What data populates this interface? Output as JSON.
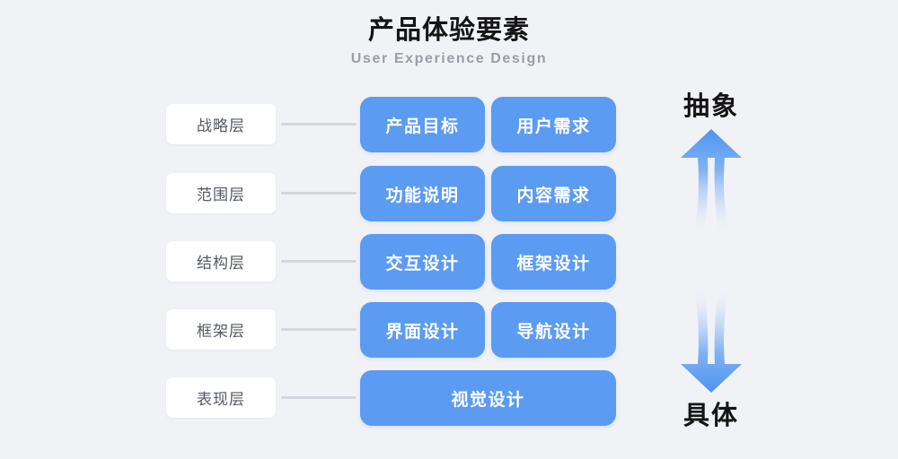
{
  "header": {
    "title": "产品体验要素",
    "subtitle": "User Experience Design"
  },
  "colors": {
    "background": "#f1f2f6",
    "box_blue": "#5b9bf2",
    "card_white": "#ffffff",
    "connector_gray": "#d3d6dc",
    "title_black": "#141414",
    "subtitle_gray": "#9a9ea6",
    "label_gray": "#555a61"
  },
  "layers": [
    {
      "label": "战略层",
      "boxes": [
        "产品目标",
        "用户需求"
      ]
    },
    {
      "label": "范围层",
      "boxes": [
        "功能说明",
        "内容需求"
      ]
    },
    {
      "label": "结构层",
      "boxes": [
        "交互设计",
        "框架设计"
      ]
    },
    {
      "label": "框架层",
      "boxes": [
        "界面设计",
        "导航设计"
      ]
    },
    {
      "label": "表现层",
      "boxes": [
        "视觉设计"
      ]
    }
  ],
  "axis": {
    "top_label": "抽象",
    "bottom_label": "具体",
    "up_arrow_icon": "arrow-up-icon",
    "down_arrow_icon": "arrow-down-icon"
  }
}
